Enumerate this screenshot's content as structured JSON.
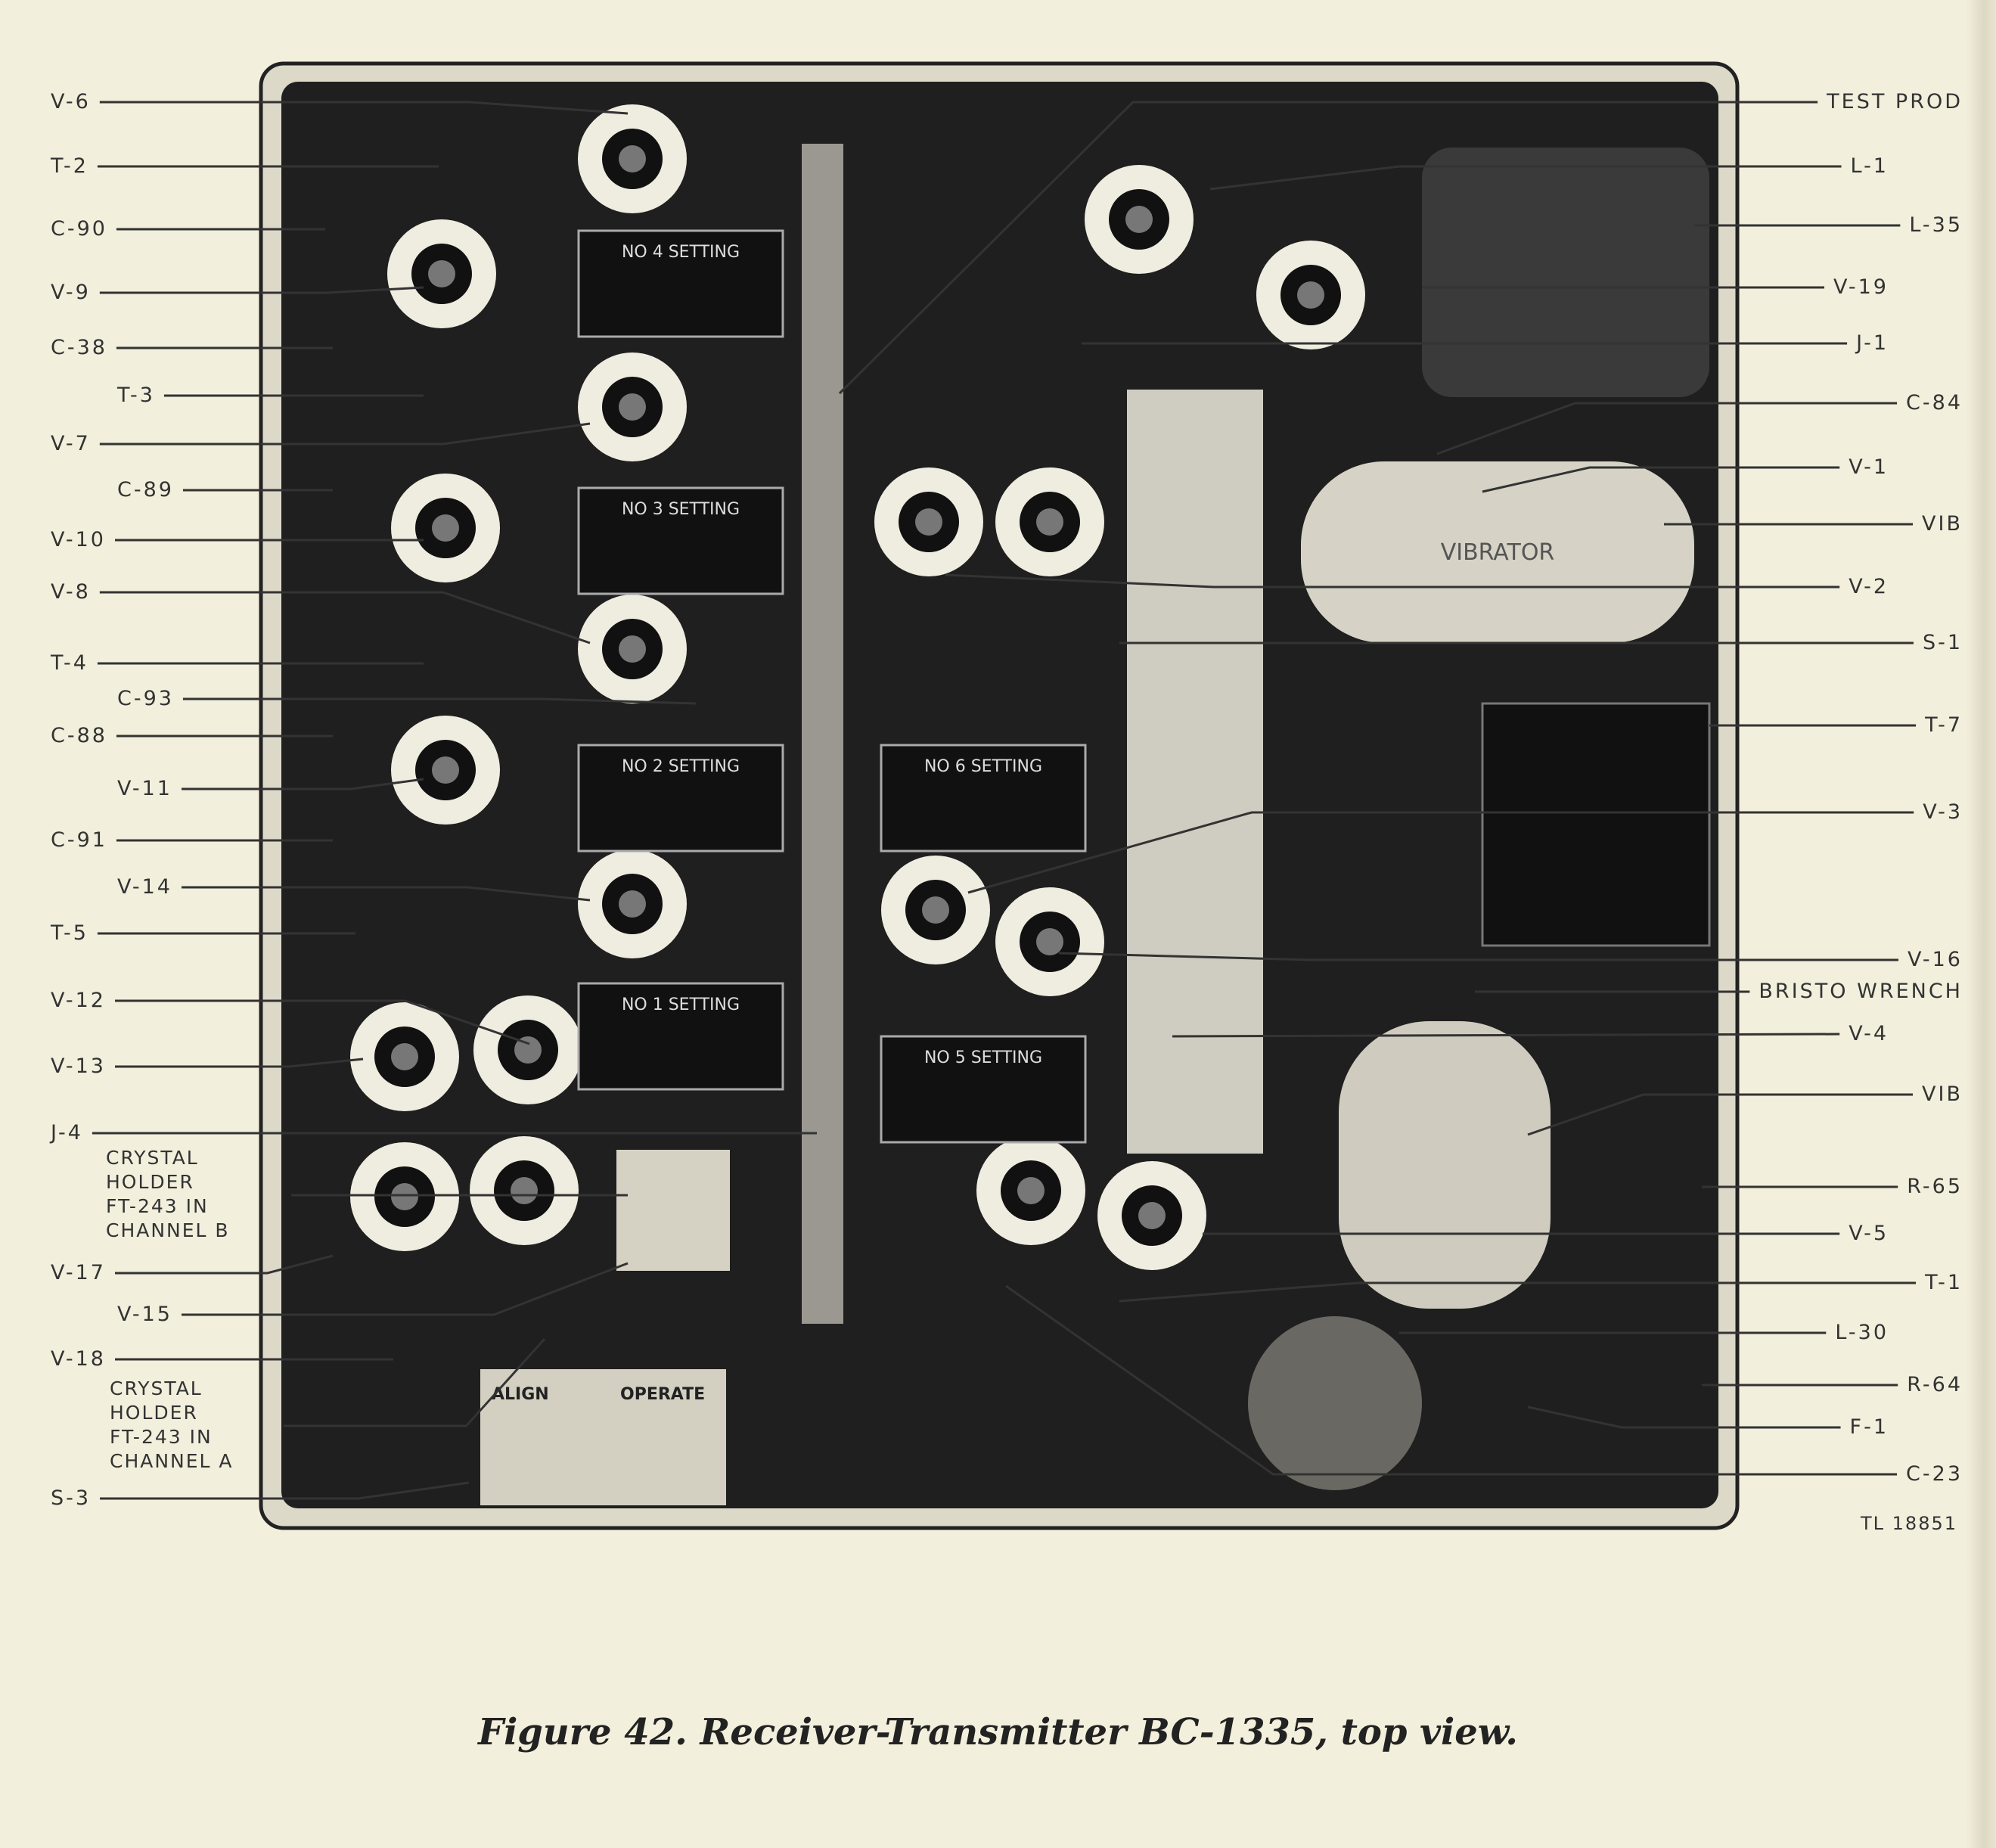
{
  "figure": {
    "caption": "Figure 42. Receiver-Transmitter BC-1335, top view.",
    "reference": "TL 18851"
  },
  "left_labels": [
    "V-6",
    "T-2",
    "C-90",
    "V-9",
    "C-38",
    "T-3",
    "V-7",
    "C-89",
    "V-10",
    "V-8",
    "T-4",
    "C-93",
    "C-88",
    "V-11",
    "C-91",
    "V-14",
    "T-5",
    "V-12",
    "V-13",
    "J-4",
    "V-17",
    "V-15",
    "V-18",
    "S-3"
  ],
  "crystal_labels": {
    "channel_b": [
      "CRYSTAL",
      "HOLDER",
      "FT-243 IN",
      "CHANNEL B"
    ],
    "channel_a": [
      "CRYSTAL",
      "HOLDER",
      "FT-243 IN",
      "CHANNEL A"
    ]
  },
  "right_labels": [
    "TEST PROD",
    "L-1",
    "L-35",
    "V-19",
    "J-1",
    "C-84",
    "V-1",
    "VIB",
    "V-2",
    "S-1",
    "T-7",
    "V-3",
    "V-16",
    "BRISTO WRENCH",
    "V-4",
    "VIB",
    "R-65",
    "V-5",
    "T-1",
    "L-30",
    "R-64",
    "F-1",
    "C-23"
  ],
  "panel_markings": {
    "settings": [
      "NO 4 SETTING",
      "NO 3 SETTING",
      "NO 2 SETTING",
      "NO 1 SETTING",
      "NO 6 SETTING",
      "NO 5 SETTING"
    ],
    "switch": [
      "ALIGN",
      "OPERATE"
    ],
    "vibrator": "VIBRATOR"
  },
  "colors": {
    "paper": "#f2efdc",
    "ink": "#2b2b2b",
    "chassis": "#1f1f1f",
    "frame": "#d9d6c6"
  }
}
